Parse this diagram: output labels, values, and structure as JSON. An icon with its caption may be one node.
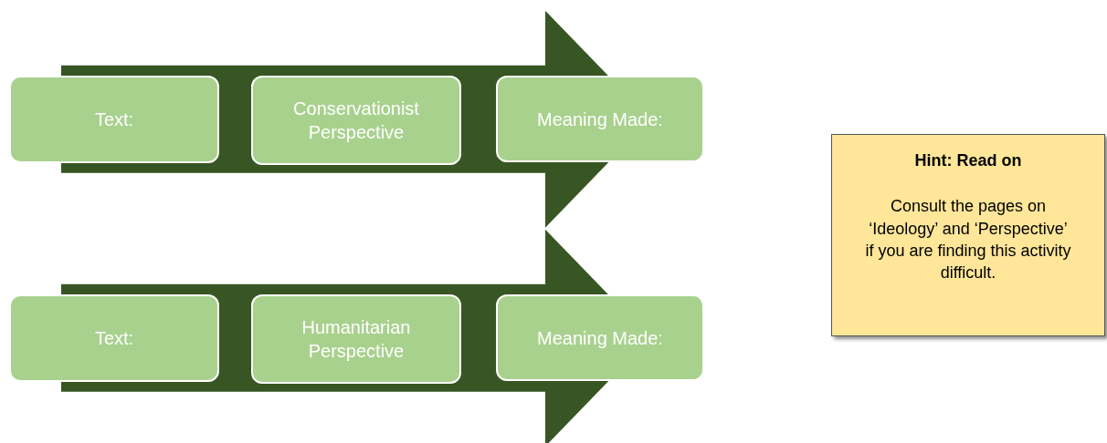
{
  "diagram": {
    "nodes": [
      {
        "text": [
          "Text:"
        ]
      },
      {
        "text": [
          "Conservationist Perspective"
        ]
      },
      {
        "text": [
          "Meaning Made:"
        ]
      },
      {
        "text": [
          "Text:"
        ]
      },
      {
        "text": [
          "Humanitarian Perspective"
        ]
      },
      {
        "text": [
          "Meaning Made:"
        ]
      },
      {
        "text": [
          "Hint: Read on",
          "Consult the pages on ‘Ideology’ and ‘Perspective’ if you are finding this activity difficult."
        ]
      }
    ],
    "edges": [
      {
        "from": 0,
        "to": 2,
        "arrow": "to"
      },
      {
        "from": 3,
        "to": 5,
        "arrow": "to"
      }
    ]
  }
}
